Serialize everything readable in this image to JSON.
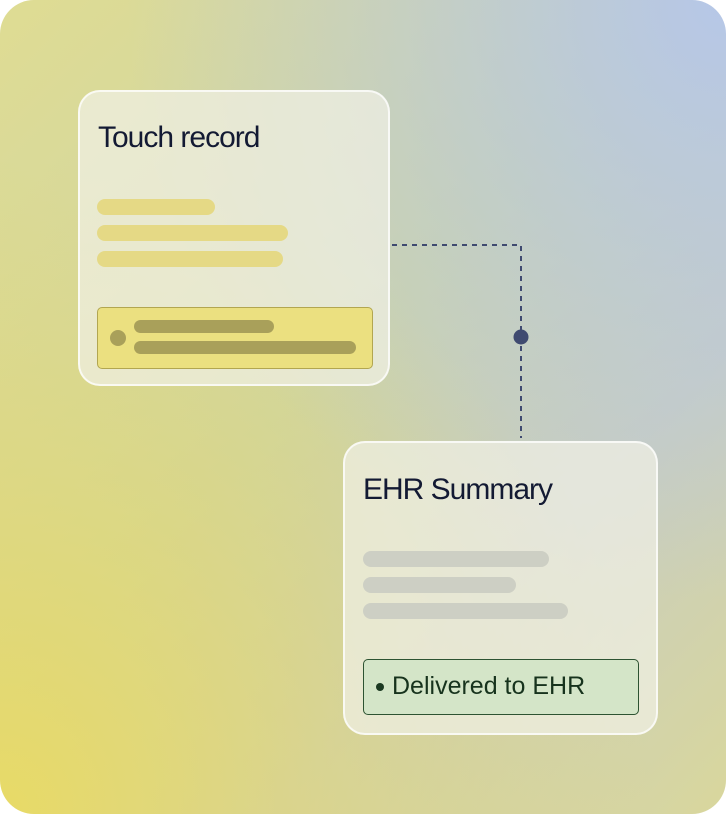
{
  "touch_card": {
    "title": "Touch record"
  },
  "ehr_card": {
    "title": "EHR Summary",
    "status_label": "Delivered to EHR"
  },
  "colors": {
    "connector": "#3f4a70",
    "status_bg": "#d4e5c8",
    "status_border": "#2d5332",
    "highlight_bg": "#ebe080"
  }
}
